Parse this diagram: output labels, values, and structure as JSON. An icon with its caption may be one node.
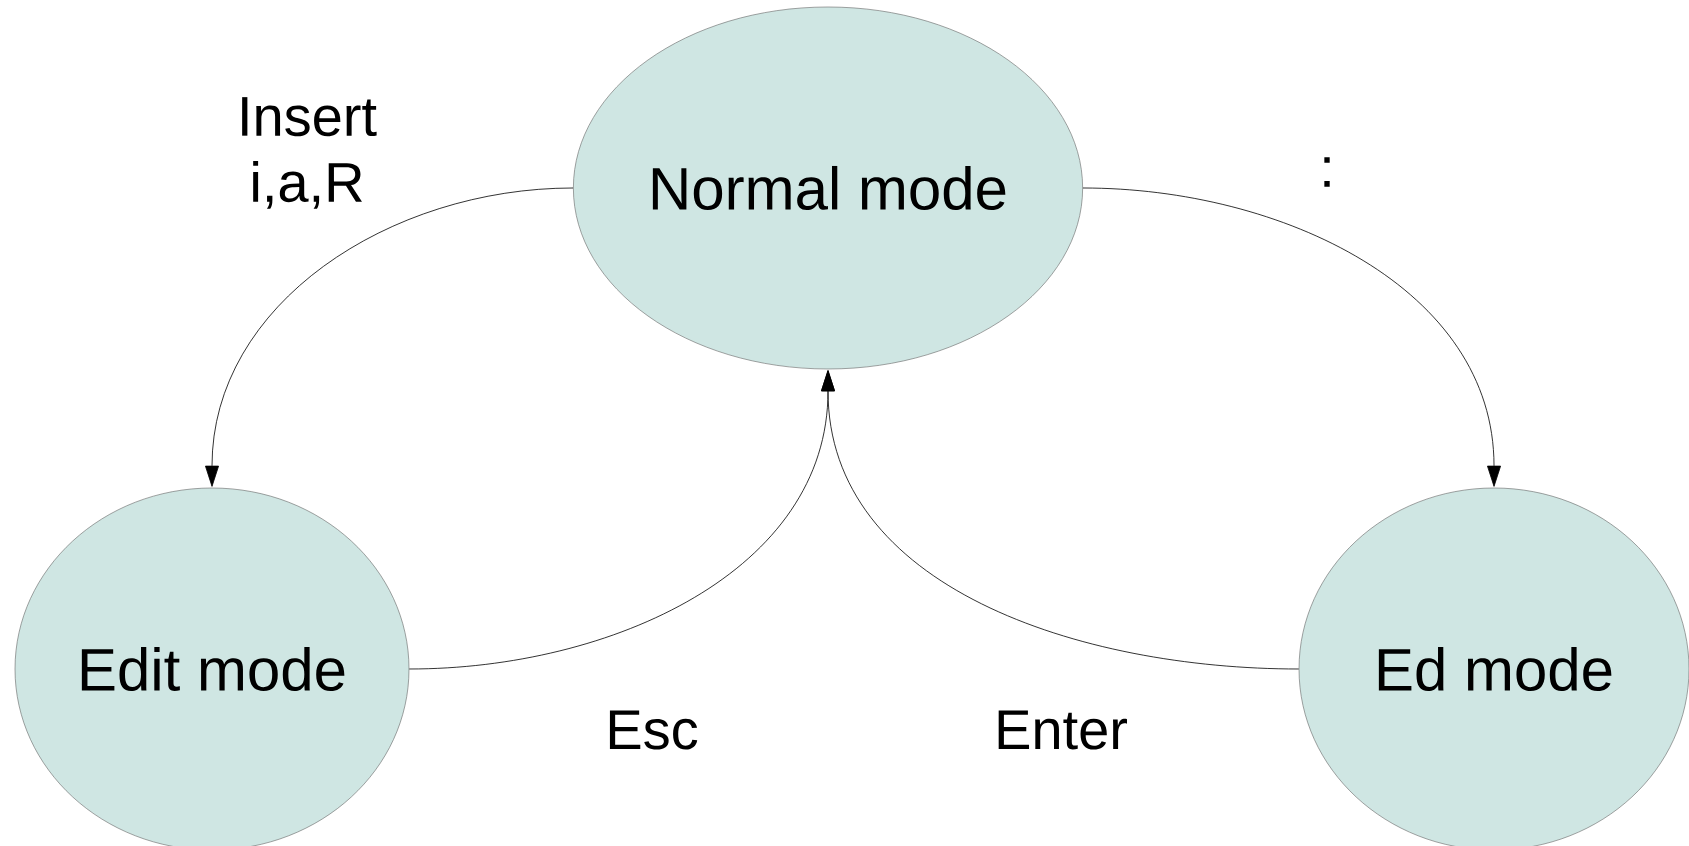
{
  "diagram": {
    "nodes": [
      {
        "text": [
          "Normal mode"
        ]
      },
      {
        "text": [
          "Edit mode"
        ]
      },
      {
        "text": [
          "Ed mode"
        ]
      }
    ],
    "edges": [
      {
        "from": 0,
        "to": 1,
        "arrow": "to",
        "label": "Insert i,a,R"
      },
      {
        "from": 0,
        "to": 2,
        "arrow": "to",
        "label": ":"
      },
      {
        "from": 1,
        "to": 0,
        "arrow": "to",
        "label": "Esc"
      },
      {
        "from": 2,
        "to": 0,
        "arrow": "to",
        "label": "Enter"
      }
    ]
  }
}
